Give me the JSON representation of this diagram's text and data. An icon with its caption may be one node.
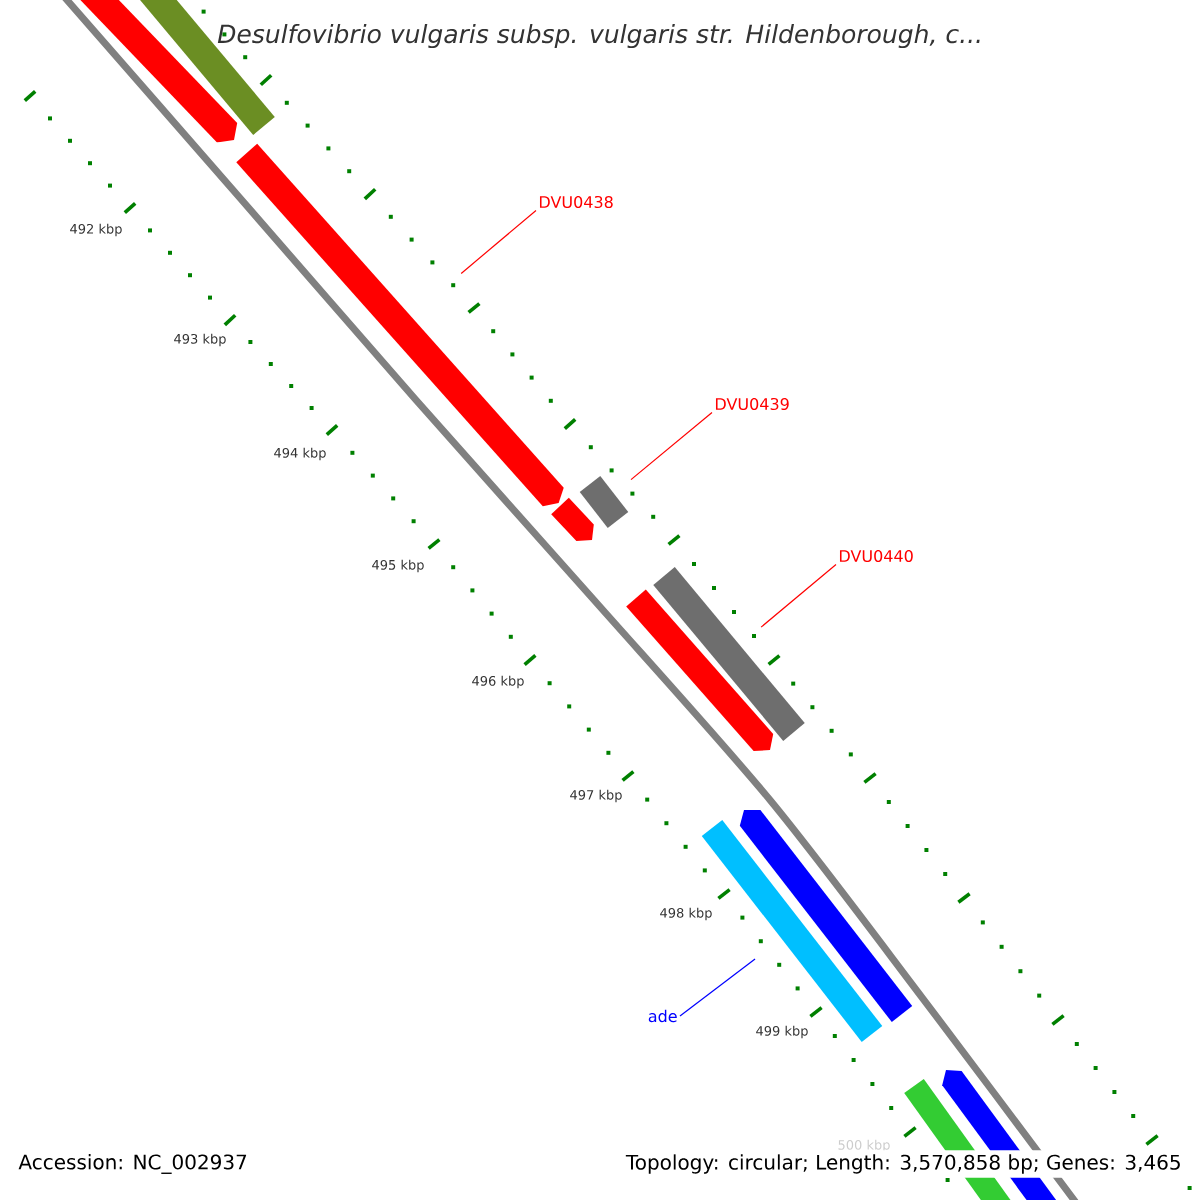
{
  "diagram": {
    "title": "Desulfovibrio vulgaris subsp. vulgaris str. Hildenborough, c...",
    "nodes": [
      {
        "text": [
          "DVU0438"
        ]
      },
      {
        "text": [],
        "shape": "bar"
      },
      {
        "text": [
          "DVU0439"
        ]
      },
      {
        "text": [],
        "shape": "bar"
      },
      {
        "text": [
          "DVU0440"
        ]
      },
      {
        "text": [],
        "shape": "bar"
      },
      {
        "text": [
          "ade"
        ]
      },
      {
        "text": [],
        "shape": "bar"
      }
    ],
    "edges": [
      {
        "from": 0,
        "to": 1,
        "arrow": "none"
      },
      {
        "from": 2,
        "to": 3,
        "arrow": "none"
      },
      {
        "from": 4,
        "to": 5,
        "arrow": "none"
      },
      {
        "from": 6,
        "to": 7,
        "arrow": "none",
        "color": "#0000ff"
      }
    ],
    "labels": [
      "492 kbp",
      "493 kbp",
      "494 kbp",
      "495 kbp",
      "496 kbp",
      "497 kbp",
      "498 kbp",
      "499 kbp",
      "500 kbp",
      "Accession: NC_002937",
      "Topology: circular; Length: 3,570,858 bp; Genes: 3,465"
    ]
  }
}
